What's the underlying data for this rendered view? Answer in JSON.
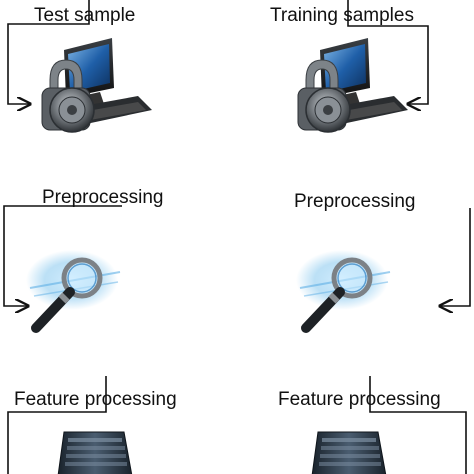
{
  "left_column": {
    "test_label": "Test sample",
    "preprocessing_label": "Preprocessing",
    "feature_label": "Feature processing"
  },
  "right_column": {
    "training_label": "Training samples",
    "preprocessing_label": "Preprocessing",
    "feature_label": "Feature processing"
  },
  "colors": {
    "line": "#111111",
    "screen": "#1f5fa8",
    "lock": "#6e7378",
    "glow": "#9fd3f2",
    "server": "#2a3846"
  }
}
